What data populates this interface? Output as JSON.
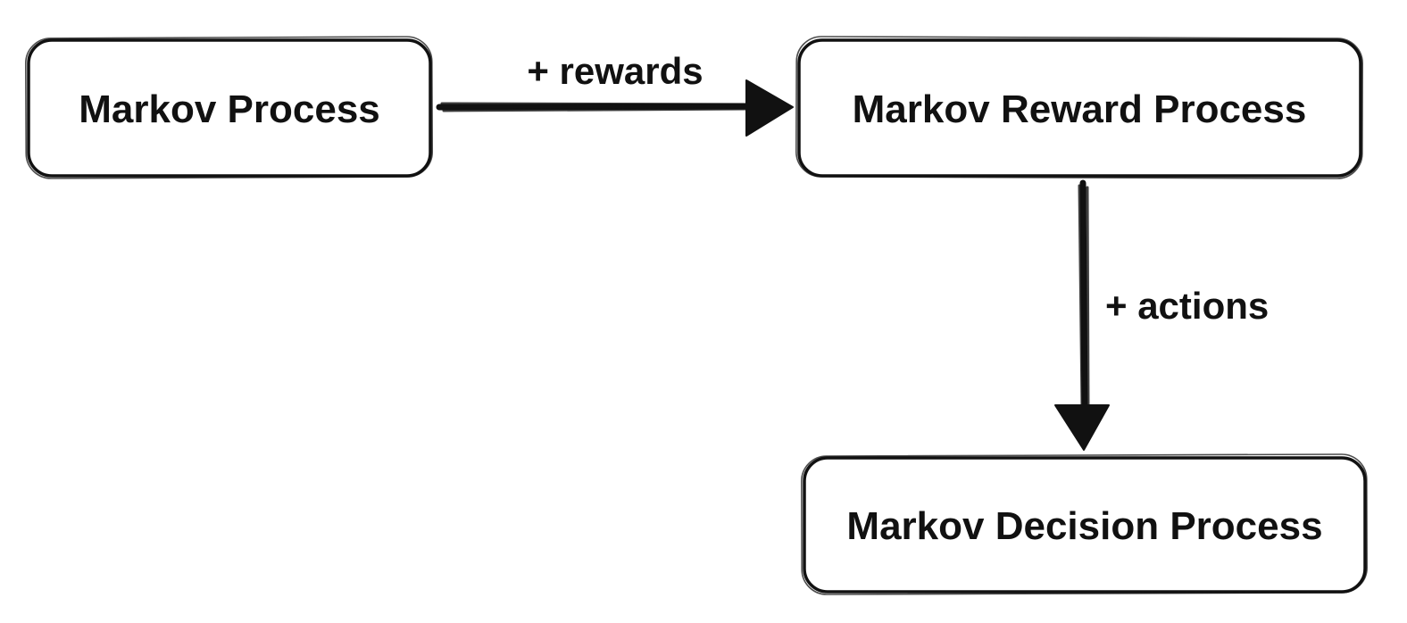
{
  "nodes": {
    "markov_process": "Markov Process",
    "markov_reward_process": "Markov Reward Process",
    "markov_decision_process": "Markov Decision Process"
  },
  "edges": {
    "rewards": "+ rewards",
    "actions": "+ actions"
  },
  "colors": {
    "stroke": "#111111",
    "background": "#ffffff"
  }
}
